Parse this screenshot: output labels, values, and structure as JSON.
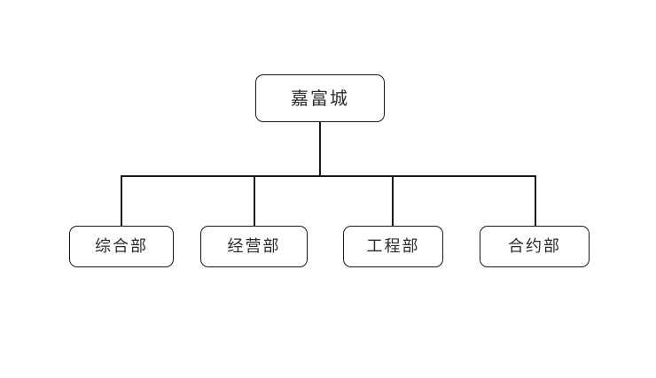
{
  "diagram": {
    "type": "organization-chart",
    "orientation": "top-down",
    "background_color": "#ffffff",
    "line_color": "#1a1a1a",
    "text_color": "#2b2b2b",
    "root": {
      "label": "嘉富城"
    },
    "children": [
      {
        "label": "综合部"
      },
      {
        "label": "经营部"
      },
      {
        "label": "工程部"
      },
      {
        "label": "合约部"
      }
    ]
  }
}
